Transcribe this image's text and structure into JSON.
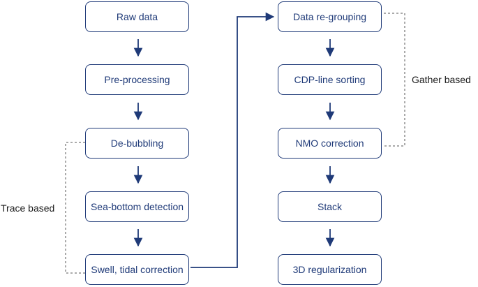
{
  "colors": {
    "box_stroke": "#1f3a78",
    "box_text": "#1f3a78",
    "arrow": "#1f3a78",
    "bracket": "#555555",
    "label_text": "#1a1a1a"
  },
  "steps_left": [
    {
      "label": "Raw data"
    },
    {
      "label": "Pre-processing"
    },
    {
      "label": "De-bubbling"
    },
    {
      "label": "Sea-bottom detection"
    },
    {
      "label": "Swell, tidal correction"
    }
  ],
  "steps_right": [
    {
      "label": "Data re-grouping"
    },
    {
      "label": "CDP-line sorting"
    },
    {
      "label": "NMO correction"
    },
    {
      "label": "Stack"
    },
    {
      "label": "3D regularization"
    }
  ],
  "groups": {
    "trace_based": "Trace based",
    "gather_based": "Gather based"
  }
}
